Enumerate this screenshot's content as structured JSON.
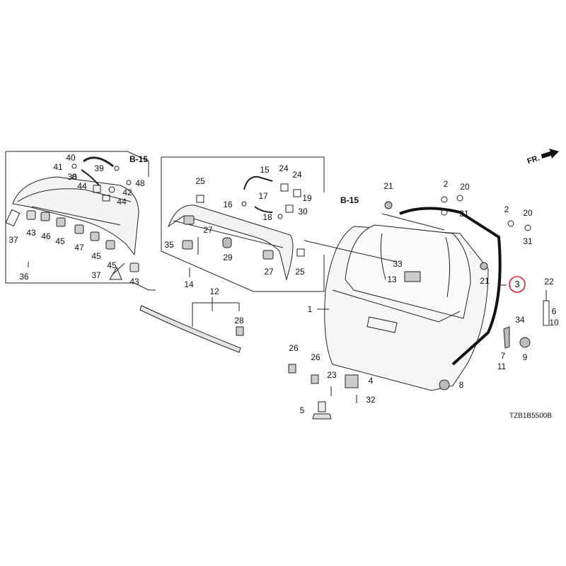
{
  "diagram": {
    "code": "TZB1B5500B",
    "direction_label": "FR.",
    "ref_label": "B-15",
    "highlighted_part": "3",
    "highlight_color": "#e0202a"
  },
  "callouts": {
    "c1": "1",
    "c2a": "2",
    "c2b": "2",
    "c3": "3",
    "c4": "4",
    "c5": "5",
    "c6": "6",
    "c7": "7",
    "c8": "8",
    "c9": "9",
    "c10": "10",
    "c11": "11",
    "c12": "12",
    "c13": "13",
    "c14": "14",
    "c15": "15",
    "c16": "16",
    "c17": "17",
    "c18": "18",
    "c19": "19",
    "c20a": "20",
    "c20b": "20",
    "c21a": "21",
    "c21b": "21",
    "c22": "22",
    "c23": "23",
    "c24a": "24",
    "c24b": "24",
    "c25a": "25",
    "c25b": "25",
    "c26a": "26",
    "c26b": "26",
    "c27a": "27",
    "c27b": "27",
    "c28": "28",
    "c29": "29",
    "c30": "30",
    "c31a": "31",
    "c31b": "31",
    "c32": "32",
    "c33": "33",
    "c34": "34",
    "c35": "35",
    "c36": "36",
    "c37a": "37",
    "c37b": "37",
    "c38": "38",
    "c39": "39",
    "c40": "40",
    "c41": "41",
    "c42": "42",
    "c43a": "43",
    "c43b": "43",
    "c44a": "44",
    "c44b": "44",
    "c45a": "45",
    "c45b": "45",
    "c45c": "45",
    "c46": "46",
    "c47": "47",
    "c48": "48"
  }
}
